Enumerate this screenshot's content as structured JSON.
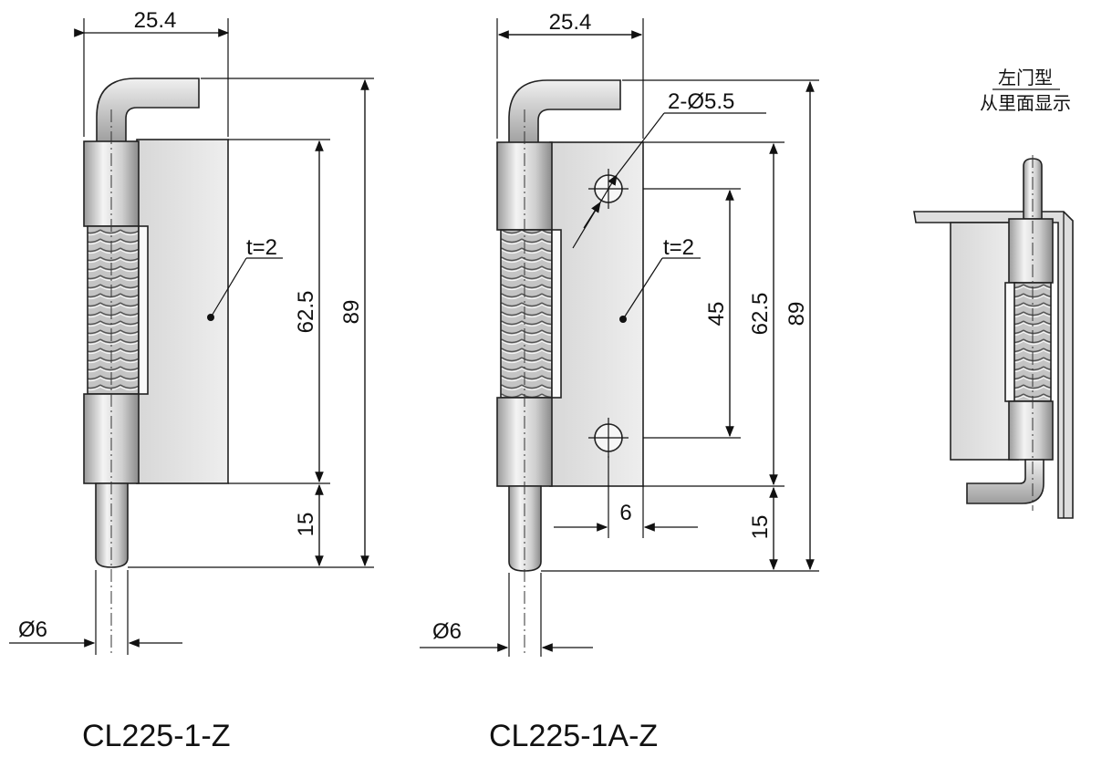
{
  "views": {
    "left": {
      "model_label": "CL225-1-Z",
      "dim_width": "25.4",
      "dim_leaf_height": "62.5",
      "dim_total_height": "89",
      "dim_pin_length": "15",
      "dim_pin_diameter": "Ø6",
      "thickness_note": "t=2"
    },
    "middle": {
      "model_label": "CL225-1A-Z",
      "dim_width": "25.4",
      "dim_holes": "2-Ø5.5",
      "dim_hole_spacing": "45",
      "dim_leaf_height": "62.5",
      "dim_total_height": "89",
      "dim_pin_length": "15",
      "dim_hole_offset": "6",
      "dim_pin_diameter": "Ø6",
      "thickness_note": "t=2"
    },
    "right": {
      "caption_line1": "左门型",
      "caption_line2": "从里面显示"
    }
  },
  "colors": {
    "metal_light": "#e6e6e6",
    "metal_mid": "#c9c9c9",
    "metal_dark": "#8f8f8f",
    "line": "#111111"
  }
}
